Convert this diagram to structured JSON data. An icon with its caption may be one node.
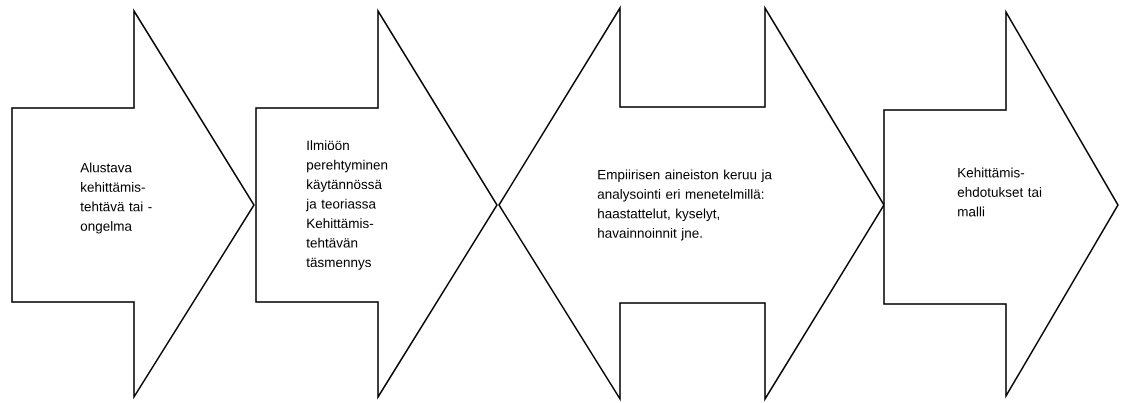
{
  "diagram": {
    "nodes": [
      {
        "text": [
          "Alustava kehittämis- tehtävä tai - ongelma"
        ]
      },
      {
        "text": [
          "Ilmiöön perehtyminen käytännössä ja teoriassa Kehittämis- tehtävän täsmennys"
        ]
      },
      {
        "text": [
          "Empiirisen aineiston keruu ja analysointi eri menetelmillä: haastattelut, kyselyt, havainnoinnit jne."
        ]
      },
      {
        "text": [
          "Kehittämis- ehdotukset tai malli"
        ]
      }
    ]
  }
}
